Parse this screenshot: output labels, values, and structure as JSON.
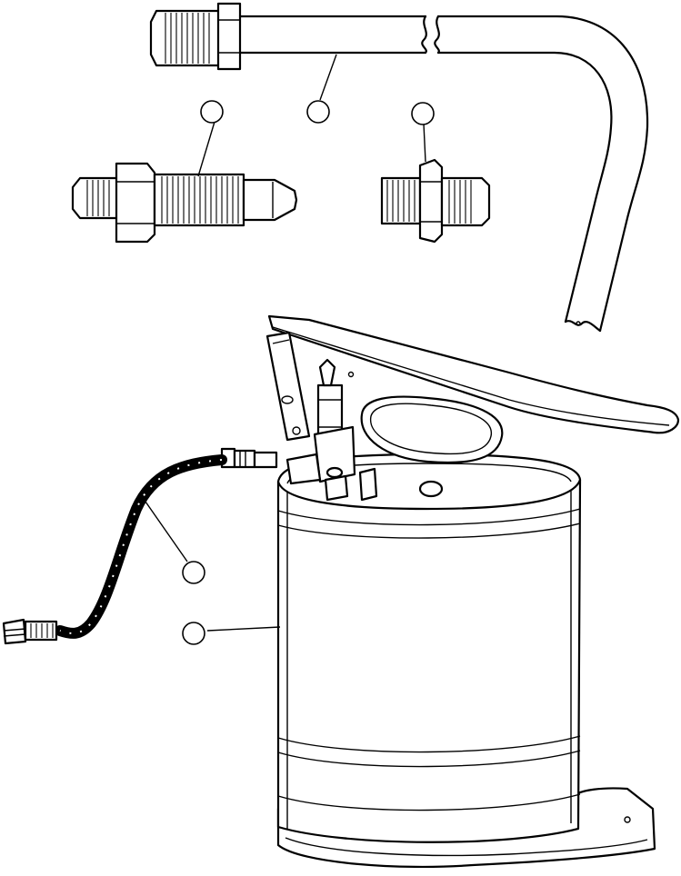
{
  "diagram": {
    "callouts": [
      {
        "id": "fitting-left",
        "label": ""
      },
      {
        "id": "tube",
        "label": ""
      },
      {
        "id": "fitting-right",
        "label": ""
      },
      {
        "id": "hose",
        "label": ""
      },
      {
        "id": "pump-bucket",
        "label": ""
      }
    ]
  }
}
